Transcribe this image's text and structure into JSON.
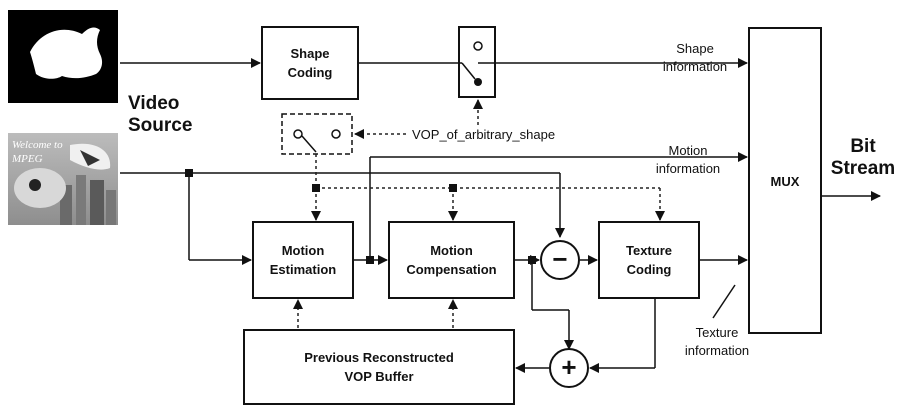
{
  "blocks": {
    "shape_coding": [
      "Shape",
      "Coding"
    ],
    "motion_estimation": [
      "Motion",
      "Estimation"
    ],
    "motion_compensation": [
      "Motion",
      "Compensation"
    ],
    "texture_coding": [
      "Texture",
      "Coding"
    ],
    "prev_buffer": [
      "Previous Reconstructed",
      "VOP Buffer"
    ],
    "mux": "MUX"
  },
  "labels": {
    "video_source": [
      "Video",
      "Source"
    ],
    "bit_stream": [
      "Bit",
      "Stream"
    ],
    "shape_information": [
      "Shape",
      "information"
    ],
    "motion_information": [
      "Motion",
      "information"
    ],
    "texture_information": [
      "Texture",
      "information"
    ],
    "vop_control": "VOP_of_arbitrary_shape",
    "thumbnail_text": [
      "Welcome to",
      "MPEG"
    ]
  },
  "symbols": {
    "subtract": "−",
    "add": "+"
  },
  "colors": {
    "line": "#111111",
    "dotted_line": "#222222",
    "box_fill": "#ffffff",
    "shape_mask_bg": "#000000",
    "shape_mask_fish": "#ffffff"
  }
}
